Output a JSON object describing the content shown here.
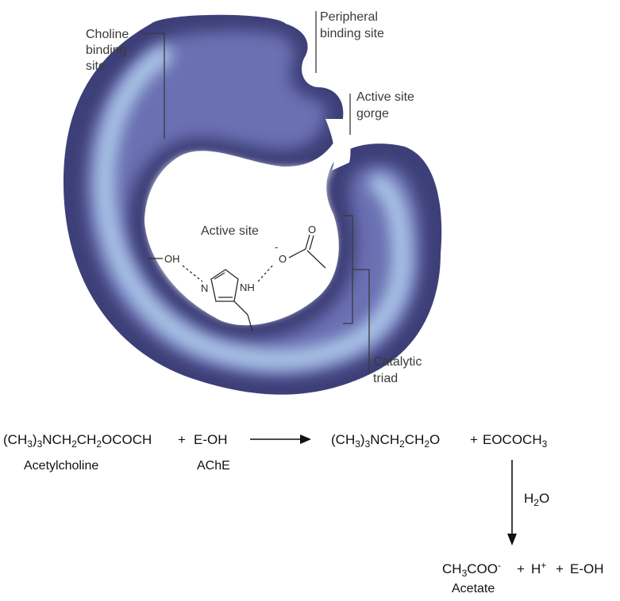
{
  "diagram": {
    "labels": {
      "choline_binding_site": [
        "Choline",
        "binding",
        "site"
      ],
      "peripheral_binding_site": [
        "Peripheral",
        "binding site"
      ],
      "active_site_gorge": [
        "Active site",
        "gorge"
      ],
      "active_site": "Active site",
      "catalytic_triad": [
        "Catalytic",
        "triad"
      ]
    },
    "chem": {
      "serine_oh": "OH",
      "his_n": "N",
      "his_nh": "NH",
      "glu_o_minus": "O",
      "glu_minus_sign": "-",
      "glu_carbonyl_o": "O"
    },
    "colors": {
      "enzyme_dark": "#3b3b72",
      "enzyme_mid": "#6a70b2",
      "enzyme_light": "#a9c3e6"
    }
  },
  "reaction": {
    "acetylcholine_formula": {
      "parts": [
        "(CH",
        "3",
        ")",
        "3",
        "NCH",
        "2",
        "CH",
        "2",
        "OCOCH"
      ]
    },
    "plus_1": "+",
    "enzyme_formula": "E-OH",
    "acetylcholine_name": "Acetylcholine",
    "enzyme_name": "AChE",
    "intermediate_formula": {
      "parts": [
        "(CH",
        "3",
        ")",
        "3",
        "NCH",
        "2",
        "CH",
        "2",
        "O"
      ]
    },
    "plus_2": "+",
    "acetylated_enzyme": {
      "parts": [
        "EOCOCH",
        "3"
      ]
    },
    "water": {
      "parts": [
        "H",
        "2",
        "O"
      ]
    },
    "products": {
      "acetate_parts": [
        "CH",
        "3",
        "COO",
        "-"
      ],
      "plus_3": "+",
      "proton_parts": [
        "H",
        "+"
      ],
      "plus_4": "+",
      "regenerated_enzyme": "E-OH"
    },
    "acetate_name": "Acetate"
  }
}
